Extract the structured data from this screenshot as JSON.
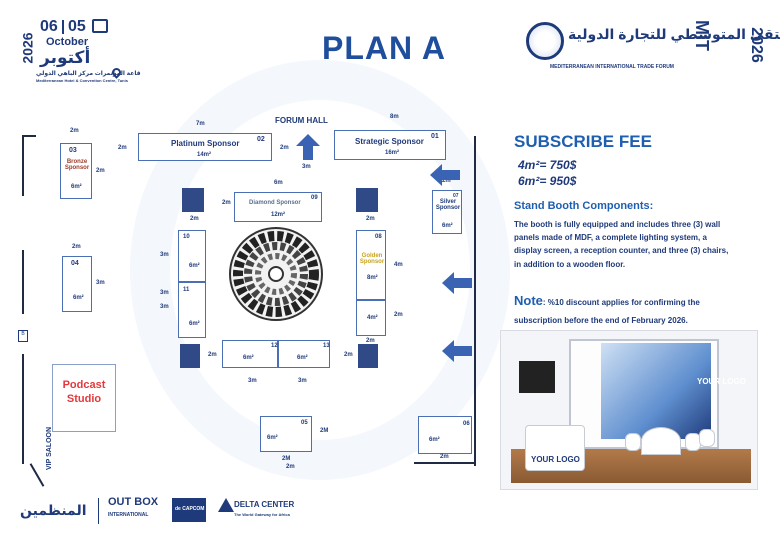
{
  "header": {
    "day_start": "06",
    "day_end": "05",
    "month": "October",
    "year": "2026",
    "month_ar": "أكتوبر",
    "venue_ar": "قاعة المؤتمرات مركز الباهي الدولي",
    "venue_en": "Mediterranean Hotel & Convention Centre, Tunis",
    "plan_title": "PLAN A",
    "forum_ar": "الملتقى المتوسطي للتجارة الدولية",
    "forum_en": "MEDITERRANEAN INTERNATIONAL TRADE FORUM",
    "forum_code": "MIT",
    "forum_year": "2026"
  },
  "floor": {
    "forum_hall": "FORUM HALL",
    "vip_saloon": "VIP SALOON",
    "podcast": "Podcast Studio",
    "booths": {
      "b01": {
        "num": "01",
        "name": "Strategic Sponsor",
        "area": "16m²",
        "w": "8m",
        "h": "2m"
      },
      "b02": {
        "num": "02",
        "name": "Platinum Sponsor",
        "area": "14m²",
        "w": "7m",
        "h": "2m"
      },
      "b03": {
        "num": "03",
        "name": "Bronze Sponsor",
        "area": "6m²",
        "w": "2m",
        "h": "2m"
      },
      "b04": {
        "num": "04",
        "area": "6m²",
        "w": "2m",
        "h": "3m"
      },
      "b05": {
        "num": "05",
        "area": "6m²",
        "w": "2M",
        "h": "2M"
      },
      "b06": {
        "num": "06",
        "area": "6m²",
        "w": "2m"
      },
      "b07": {
        "num": "07",
        "name": "Silver Sponsor",
        "area": "6m²",
        "w": "2m"
      },
      "b08": {
        "num": "08",
        "name": "Golden Sponsor",
        "area": "8m²",
        "w": "2m",
        "h": "4m"
      },
      "b09": {
        "num": "09",
        "name": "Diamond Sponsor",
        "area": "12m²",
        "w": "6m",
        "h": "2m"
      },
      "b10": {
        "num": "10",
        "area": "6m²",
        "w": "2m",
        "h": "3m"
      },
      "b11": {
        "num": "11",
        "area": "6m²",
        "h": "3m"
      },
      "b12": {
        "num": "12",
        "area": "6m²",
        "w": "3m",
        "h": "2m"
      },
      "b13": {
        "num": "13",
        "area": "6m²",
        "w": "3m",
        "h": "2m"
      },
      "b08b": {
        "area": "4m²",
        "w": "2m",
        "h": "2m"
      }
    },
    "dims": {
      "d3m_a": "3m",
      "d3m_b": "3m",
      "d3m_c": "3m",
      "d2m_a": "2m",
      "d2m_b": "2m",
      "d6m": "6m"
    }
  },
  "pricing": {
    "title": "SUBSCRIBE FEE",
    "line1": "4m²= 750$",
    "line2": "6m²= 950$",
    "components_title": "Stand Booth Components:",
    "components_text": "The booth is fully equipped and includes three (3) wall panels made of MDF, a complete lighting system, a display screen, a reception counter, and three (3) chairs, in addition to a wooden floor.",
    "note_label": "Note",
    "note_text": ": %10 discount applies for confirming the subscription before the end of February 2026."
  },
  "booth_render": {
    "logo1": "YOUR LOGO",
    "logo2": "YOUR LOGO"
  },
  "footer": {
    "org_ar": "المنظمين",
    "outbox": "OUT BOX",
    "outbox_sub": "INTERNATIONAL",
    "capcom": "de CAPCOM",
    "delta": "DELTA CENTER",
    "delta_sub": "The World Gateway for Africa"
  },
  "colors": {
    "primary": "#1f3a7a",
    "accent": "#1f5fb0",
    "podcast": "#e4383d",
    "golden": "#c8a21c",
    "bronze": "#9c3a2a"
  }
}
